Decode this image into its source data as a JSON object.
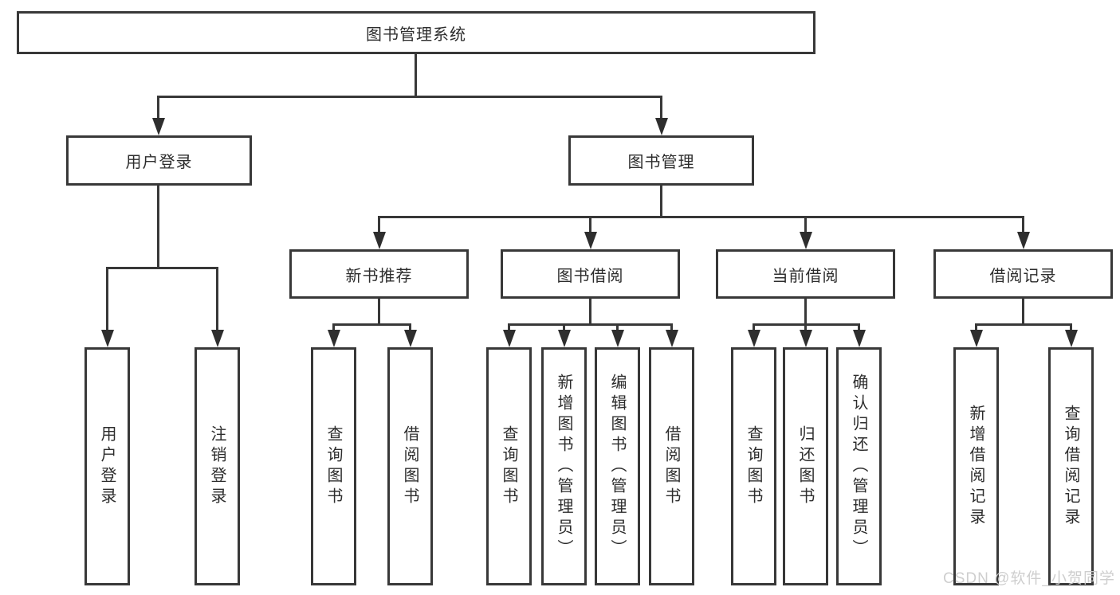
{
  "tree": {
    "root": "图书管理系统",
    "branches": [
      {
        "label": "用户登录",
        "children": [
          {
            "label": "用户登录"
          },
          {
            "label": "注销登录"
          }
        ]
      },
      {
        "label": "图书管理",
        "groups": [
          {
            "label": "新书推荐",
            "children": [
              {
                "label": "查询图书"
              },
              {
                "label": "借阅图书"
              }
            ]
          },
          {
            "label": "图书借阅",
            "children": [
              {
                "label": "查询图书"
              },
              {
                "label": "新增图书（管理员）"
              },
              {
                "label": "编辑图书（管理员）"
              },
              {
                "label": "借阅图书"
              }
            ]
          },
          {
            "label": "当前借阅",
            "children": [
              {
                "label": "查询图书"
              },
              {
                "label": "归还图书"
              },
              {
                "label": "确认归还（管理员）"
              }
            ]
          },
          {
            "label": "借阅记录",
            "children": [
              {
                "label": "新增借阅记录"
              },
              {
                "label": "查询借阅记录"
              }
            ]
          }
        ]
      }
    ]
  },
  "watermark": {
    "text": "CSDN @软件_小贺同学"
  },
  "colors": {
    "line": "#383838",
    "box_border": "#383838",
    "text": "#2d2d2d",
    "arrowhead": "#2e2e2e",
    "watermark": "#cbcbcb"
  }
}
